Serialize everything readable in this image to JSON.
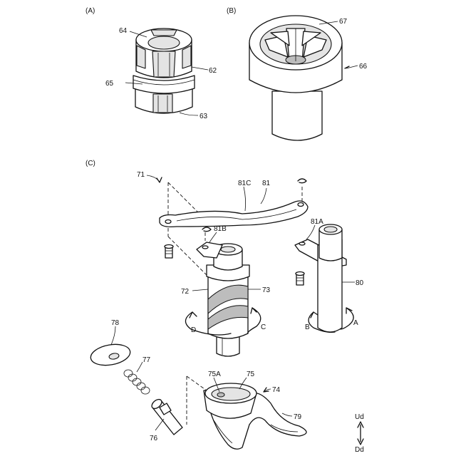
{
  "sections": {
    "a": "(A)",
    "b": "(B)",
    "c": "(C)"
  },
  "labels": {
    "l64": "64",
    "l62": "62",
    "l65": "65",
    "l63": "63",
    "l67": "67",
    "l66": "66",
    "l71": "71",
    "l81": "81",
    "l81C": "81C",
    "l81B": "81B",
    "l81A": "81A",
    "l72": "72",
    "l73": "73",
    "l80": "80",
    "lD": "D",
    "lC": "C",
    "lB": "B",
    "lA": "A",
    "l78": "78",
    "l77": "77",
    "l76": "76",
    "l75A": "75A",
    "l75": "75",
    "l74": "74",
    "l79": "79"
  },
  "directions": {
    "up": "Ud",
    "down": "Dd"
  }
}
